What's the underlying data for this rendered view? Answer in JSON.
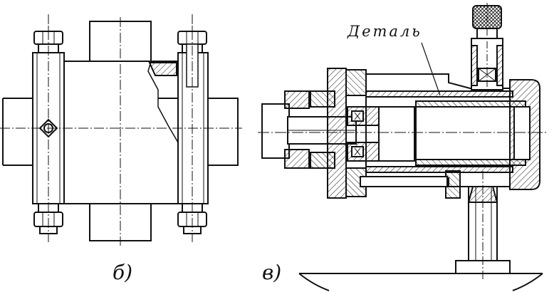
{
  "figure": {
    "label_b": "б)",
    "label_v": "в)",
    "part_label": "Деталь"
  }
}
